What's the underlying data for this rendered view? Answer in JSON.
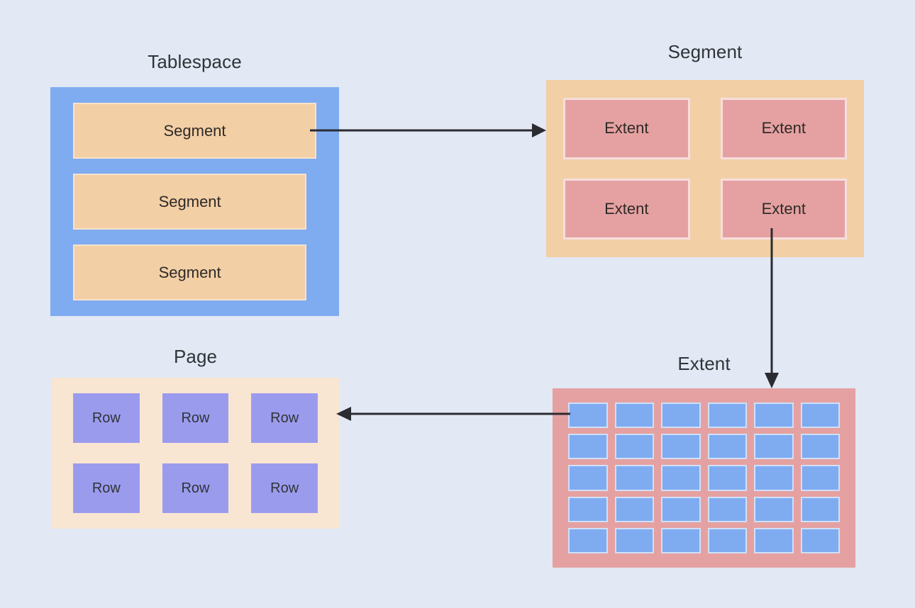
{
  "diagram": {
    "type": "hierarchy-flow",
    "background_color": "#e2e8f4",
    "groups": [
      {
        "id": "tablespace",
        "title": "Tablespace",
        "container_color": "#7fabf0",
        "children_label": "Segment",
        "children_color": "#f2cfa5",
        "children_count": 3,
        "items": [
          "Segment",
          "Segment",
          "Segment"
        ]
      },
      {
        "id": "segment",
        "title": "Segment",
        "container_color": "#f2cfa5",
        "children_label": "Extent",
        "children_color": "#e5a1a1",
        "children_count": 4,
        "items": [
          "Extent",
          "Extent",
          "Extent",
          "Extent"
        ]
      },
      {
        "id": "extent",
        "title": "Extent",
        "container_color": "#e5a1a1",
        "children_label": "Page",
        "children_color": "#7fabf0",
        "grid_columns": 6,
        "grid_rows": 5,
        "children_count": 30
      },
      {
        "id": "page",
        "title": "Page",
        "container_color": "#f9e6d2",
        "children_label": "Row",
        "children_color": "#9b9bee",
        "children_count": 6,
        "items": [
          "Row",
          "Row",
          "Row",
          "Row",
          "Row",
          "Row"
        ]
      }
    ],
    "arrows": [
      {
        "id": "tablespace-to-segment",
        "from": "tablespace.segment",
        "to": "segment",
        "direction": "right"
      },
      {
        "id": "segment-to-extent",
        "from": "segment.extent",
        "to": "extent",
        "direction": "down"
      },
      {
        "id": "extent-to-page",
        "from": "extent.page",
        "to": "page",
        "direction": "left"
      }
    ],
    "colors": {
      "background": "#e2e8f4",
      "blue": "#7fabf0",
      "tan": "#f2cfa5",
      "salmon": "#e5a1a1",
      "peach": "#f9e6d2",
      "purple": "#9b9bee",
      "text": "#2f3437",
      "arrow": "#2b2b32"
    }
  }
}
